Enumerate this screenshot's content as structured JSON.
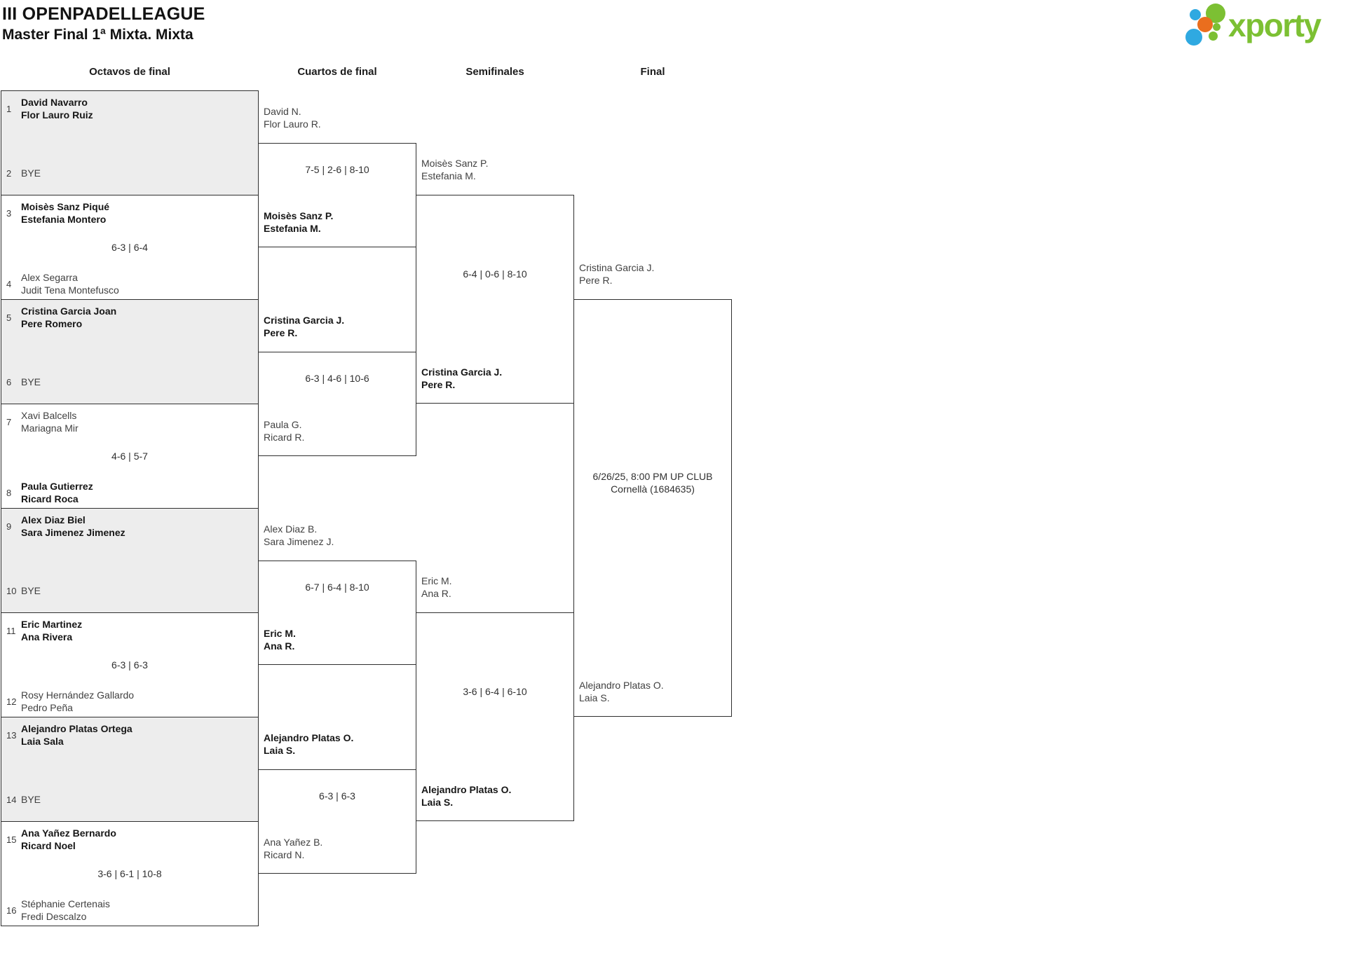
{
  "page": {
    "title": "III OPENPADELLEAGUE",
    "subtitle": "Master Final 1ª Mixta. Mixta"
  },
  "brand": {
    "name": "xporty",
    "green": "#7cc033",
    "blue": "#2fa9e1",
    "orange": "#ea6e1e"
  },
  "colors": {
    "shaded_box": "#ededed",
    "border": "#2f2f2f",
    "text_regular": "#414141",
    "text_winner": "#161616"
  },
  "round_headers": [
    "Octavos de final",
    "Cuartos de final",
    "Semifinales",
    "Final"
  ],
  "bracket": {
    "octavos": [
      {
        "seed1": "1",
        "team1": [
          "David Navarro",
          "Flor Lauro Ruiz"
        ],
        "team1_winner": true,
        "score": "",
        "seed2": "2",
        "team2": [
          "BYE"
        ],
        "team2_winner": false,
        "shaded": true
      },
      {
        "seed1": "3",
        "team1": [
          "Moisès Sanz Piqué",
          "Estefania Montero"
        ],
        "team1_winner": true,
        "score": "6-3 | 6-4",
        "seed2": "4",
        "team2": [
          "Alex Segarra",
          "Judit Tena Montefusco"
        ],
        "team2_winner": false,
        "shaded": false
      },
      {
        "seed1": "5",
        "team1": [
          "Cristina Garcia Joan",
          "Pere Romero"
        ],
        "team1_winner": true,
        "score": "",
        "seed2": "6",
        "team2": [
          "BYE"
        ],
        "team2_winner": false,
        "shaded": true
      },
      {
        "seed1": "7",
        "team1": [
          "Xavi Balcells",
          "Mariagna Mir"
        ],
        "team1_winner": false,
        "score": "4-6 | 5-7",
        "seed2": "8",
        "team2": [
          "Paula Gutierrez",
          "Ricard Roca"
        ],
        "team2_winner": true,
        "shaded": false
      },
      {
        "seed1": "9",
        "team1": [
          "Alex Diaz Biel",
          "Sara Jimenez Jimenez"
        ],
        "team1_winner": true,
        "score": "",
        "seed2": "10",
        "team2": [
          "BYE"
        ],
        "team2_winner": false,
        "shaded": true
      },
      {
        "seed1": "11",
        "team1": [
          "Eric Martinez",
          "Ana Rivera"
        ],
        "team1_winner": true,
        "score": "6-3 | 6-3",
        "seed2": "12",
        "team2": [
          "Rosy Hernández Gallardo",
          "Pedro Peña"
        ],
        "team2_winner": false,
        "shaded": false
      },
      {
        "seed1": "13",
        "team1": [
          "Alejandro Platas Ortega",
          "Laia Sala"
        ],
        "team1_winner": true,
        "score": "",
        "seed2": "14",
        "team2": [
          "BYE"
        ],
        "team2_winner": false,
        "shaded": true
      },
      {
        "seed1": "15",
        "team1": [
          "Ana Yañez Bernardo",
          "Ricard Noel"
        ],
        "team1_winner": true,
        "score": "3-6 | 6-1 | 10-8",
        "seed2": "16",
        "team2": [
          "Stéphanie Certenais",
          "Fredi Descalzo"
        ],
        "team2_winner": false,
        "shaded": false
      }
    ],
    "cuartos": [
      {
        "p1": [
          "David N.",
          "Flor Lauro R."
        ],
        "p1_winner": false,
        "score": "7-5 | 2-6 | 8-10",
        "p2": [
          "Moisès Sanz P.",
          "Estefania M."
        ],
        "p2_winner": true
      },
      {
        "p1": [
          "Cristina Garcia J.",
          "Pere R."
        ],
        "p1_winner": true,
        "score": "6-3 | 4-6 | 10-6",
        "p2": [
          "Paula G.",
          "Ricard R."
        ],
        "p2_winner": false
      },
      {
        "p1": [
          "Alex Diaz B.",
          "Sara Jimenez J."
        ],
        "p1_winner": false,
        "score": "6-7 | 6-4 | 8-10",
        "p2": [
          "Eric M.",
          "Ana R."
        ],
        "p2_winner": true
      },
      {
        "p1": [
          "Alejandro Platas O.",
          "Laia S."
        ],
        "p1_winner": true,
        "score": "6-3 | 6-3",
        "p2": [
          "Ana Yañez B.",
          "Ricard N."
        ],
        "p2_winner": false
      }
    ],
    "semifinales": [
      {
        "p1": [
          "Moisès Sanz P.",
          "Estefania M."
        ],
        "p1_winner": false,
        "score": "6-4 | 0-6 | 8-10",
        "p2": [
          "Cristina Garcia J.",
          "Pere R."
        ],
        "p2_winner": true
      },
      {
        "p1": [
          "Eric M.",
          "Ana R."
        ],
        "p1_winner": false,
        "score": "3-6 | 6-4 | 6-10",
        "p2": [
          "Alejandro Platas O.",
          "Laia S."
        ],
        "p2_winner": true
      }
    ],
    "final": {
      "p1": [
        "Cristina Garcia J.",
        "Pere R."
      ],
      "venue": [
        "6/26/25, 8:00 PM UP CLUB",
        "Cornellà (1684635)"
      ],
      "p2": [
        "Alejandro Platas O.",
        "Laia S."
      ]
    }
  }
}
